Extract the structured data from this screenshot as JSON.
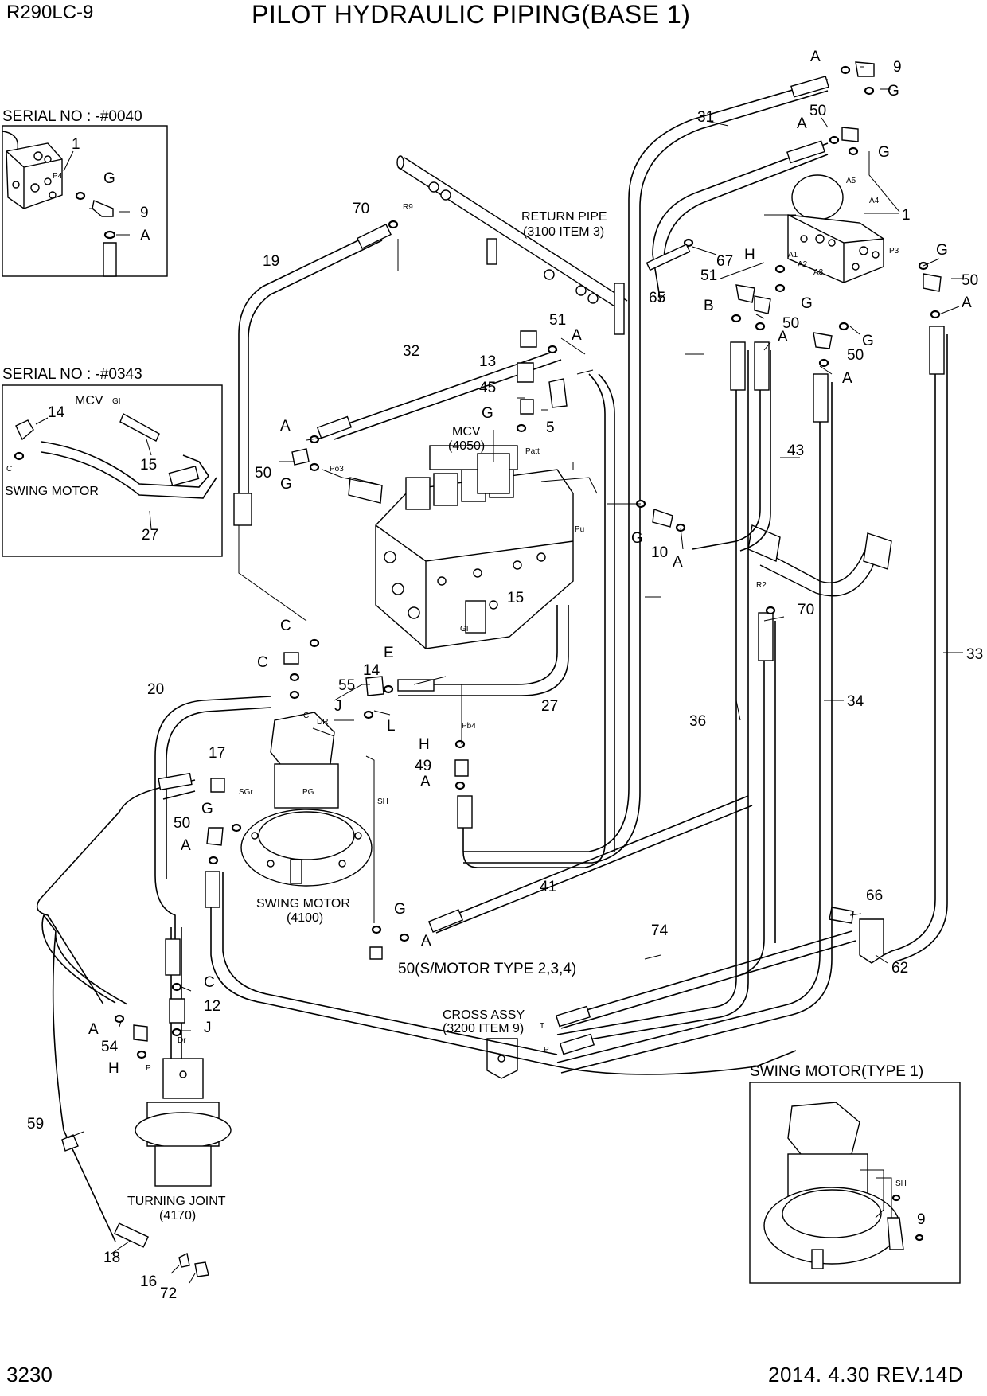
{
  "header": {
    "model": "R290LC-9",
    "title": "PILOT HYDRAULIC PIPING(BASE 1)"
  },
  "footer": {
    "page": "3230",
    "revision": "2014. 4.30  REV.14D"
  },
  "insets": {
    "serial_0040": {
      "title": "SERIAL NO : -#0040",
      "port": "P4",
      "labels": [
        "1",
        "G",
        "9",
        "A"
      ]
    },
    "serial_0343": {
      "title": "SERIAL NO : -#0343",
      "mcv": "MCV",
      "gi": "GI",
      "port_c": "C",
      "swing_motor": "SWING MOTOR",
      "labels": [
        "14",
        "15",
        "27"
      ]
    },
    "swing_type1": {
      "title": "SWING MOTOR(TYPE 1)",
      "sh": "SH",
      "label": "9"
    }
  },
  "callouts": {
    "return_pipe": "RETURN PIPE",
    "return_pipe_ref": "(3100 ITEM 3)",
    "mcv": "MCV",
    "mcv_ref": "(4050)",
    "swing_motor": "SWING MOTOR",
    "swing_motor_ref": "(4100)",
    "turning_joint": "TURNING JOINT",
    "turning_joint_ref": "(4170)",
    "cross_assy": "CROSS ASSY",
    "cross_assy_ref": "(3200 ITEM 9)",
    "s_motor_note": "50(S/MOTOR TYPE 2,3,4)"
  },
  "ports": {
    "p3": "P3",
    "a1": "A1",
    "a2": "A2",
    "a3": "A3",
    "a4": "A4",
    "a5": "A5",
    "r9": "R9",
    "r2": "R2",
    "po3": "Po3",
    "patt": "Patt",
    "pu": "Pu",
    "pb4": "Pb4",
    "gi": "GI",
    "c": "C",
    "dr": "DR",
    "sgr": "SGr",
    "pg": "PG",
    "sh": "SH",
    "dr2": "Dr",
    "p": "P",
    "t": "T",
    "p2": "P"
  },
  "part_numbers": {
    "n9": "9",
    "n31": "31",
    "n50a": "50",
    "n1": "1",
    "n67": "67",
    "n65": "65",
    "n51a": "51",
    "n50b": "50",
    "n50c": "50",
    "n50d": "50",
    "n70a": "70",
    "n19": "19",
    "n32": "32",
    "n51b": "51",
    "n13": "13",
    "n45": "45",
    "n5": "5",
    "n43": "43",
    "n10": "10",
    "n70b": "70",
    "n33": "33",
    "n50e": "50",
    "n15": "15",
    "n14": "14",
    "n55": "55",
    "n27": "27",
    "n20": "20",
    "n17": "17",
    "n50f": "50",
    "n49": "49",
    "n41": "41",
    "n36": "36",
    "n34": "34",
    "n66": "66",
    "n74": "74",
    "n62": "62",
    "n12": "12",
    "n54": "54",
    "n59": "59",
    "n18": "18",
    "n16": "16",
    "n72": "72"
  },
  "letter_labels": {
    "a1": "A",
    "g1": "G",
    "a2": "A",
    "g2": "G",
    "g3": "G",
    "a3": "A",
    "h1": "H",
    "b1": "B",
    "g4": "G",
    "a4": "A",
    "g5": "G",
    "a5": "A",
    "a6": "A",
    "a7": "A",
    "g6": "G",
    "g7": "G",
    "a8": "A",
    "g8": "G",
    "a9": "A",
    "c1": "C",
    "c2": "C",
    "e1": "E",
    "j1": "J",
    "l1": "L",
    "h2": "H",
    "a10": "A",
    "g9": "G",
    "a11": "A",
    "g10": "G",
    "a12": "A",
    "c3": "C",
    "j2": "J",
    "a13": "A",
    "h3": "H"
  }
}
